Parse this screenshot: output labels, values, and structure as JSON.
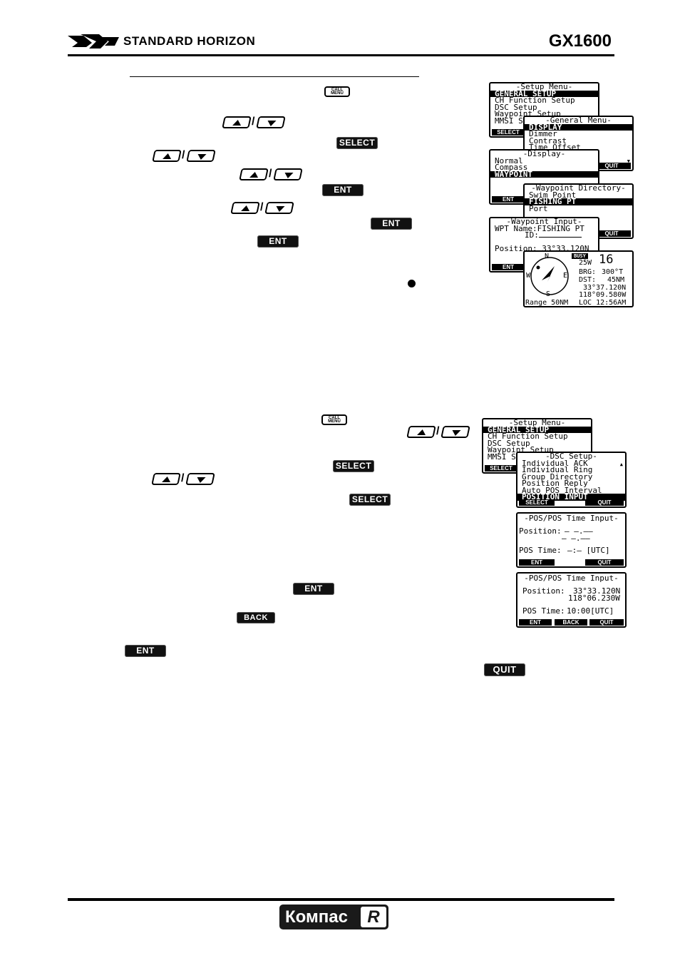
{
  "header": {
    "brand": "STANDARD HORIZON",
    "model": "GX1600"
  },
  "keys": {
    "call_menu_top": "CALL",
    "call_menu_bottom": "MENU",
    "select": "SELECT",
    "ent": "ENT",
    "back": "BACK",
    "quit": "QUIT"
  },
  "screens_top": {
    "setup_menu": {
      "title": "-Setup Menu-",
      "items": [
        "GENERAL SETUP",
        "CH Function Setup",
        "DSC Setup",
        "Waypoint Setup",
        "MMSI S"
      ],
      "softkey": "SELECT"
    },
    "general_menu": {
      "title": "-General Menu-",
      "items": [
        "DISPLAY",
        "Dimmer",
        "Contrast",
        "Time Offset"
      ],
      "softkey": "QUIT"
    },
    "display": {
      "title": "-Display-",
      "items": [
        "Normal",
        "Compass",
        "WAYPOINT"
      ],
      "softkey": "ENT"
    },
    "waypoint_directory": {
      "title": "-Waypoint Directory-",
      "items": [
        "Swim Point",
        "FISHING PT",
        "Port"
      ],
      "softkey": "QUIT"
    },
    "waypoint_input": {
      "title": "-Waypoint Input-",
      "name_line": "WPT Name:FISHING PT",
      "id_line": "ID:",
      "position_line": "Position: 33°33.120N",
      "softkey": "ENT"
    },
    "compass": {
      "n": "N",
      "s": "S",
      "e": "E",
      "w": "W",
      "busy": "BUSY",
      "power": "25W",
      "channel": "16",
      "brg_label": "BRG:",
      "brg_value": "300°T",
      "dst_label": "DST:",
      "dst_value": "45NM",
      "lat": "33°37.120N",
      "lon": "118°09.580W",
      "range": "Range 50NM",
      "loc": "LOC 12:56AM"
    }
  },
  "screens_bottom": {
    "setup_menu": {
      "title": "-Setup Menu-",
      "items": [
        "GENERAL SETUP",
        "CH Function Setup",
        "DSC Setup",
        "Waypoint Setup",
        "MMSI S"
      ],
      "softkey": "SELECT"
    },
    "dsc_setup": {
      "title": "-DSC Setup-",
      "items": [
        "Individual ACK",
        "Individual Ring",
        "Group Directory",
        "Position Reply",
        "Auto POS Interval",
        "POSITION INPUT"
      ],
      "softkeys": [
        "SELECT",
        "QUIT"
      ]
    },
    "pos_input_blank": {
      "title": "-POS/POS Time Input-",
      "position_label": "Position:",
      "position_value": "— —.——",
      "position_value2": "— —.——",
      "time_label": "POS Time:",
      "time_value": "—:— [UTC]",
      "softkeys": [
        "ENT",
        "QUIT"
      ]
    },
    "pos_input_filled": {
      "title": "-POS/POS Time Input-",
      "position_label": "Position:",
      "lat": "33°33.120N",
      "lon": "118°06.230W",
      "time_label": "POS Time:",
      "time_value": "10:00[UTC]",
      "softkeys": [
        "ENT",
        "BACK",
        "QUIT"
      ]
    }
  },
  "footer": {
    "logo": "Компас"
  }
}
